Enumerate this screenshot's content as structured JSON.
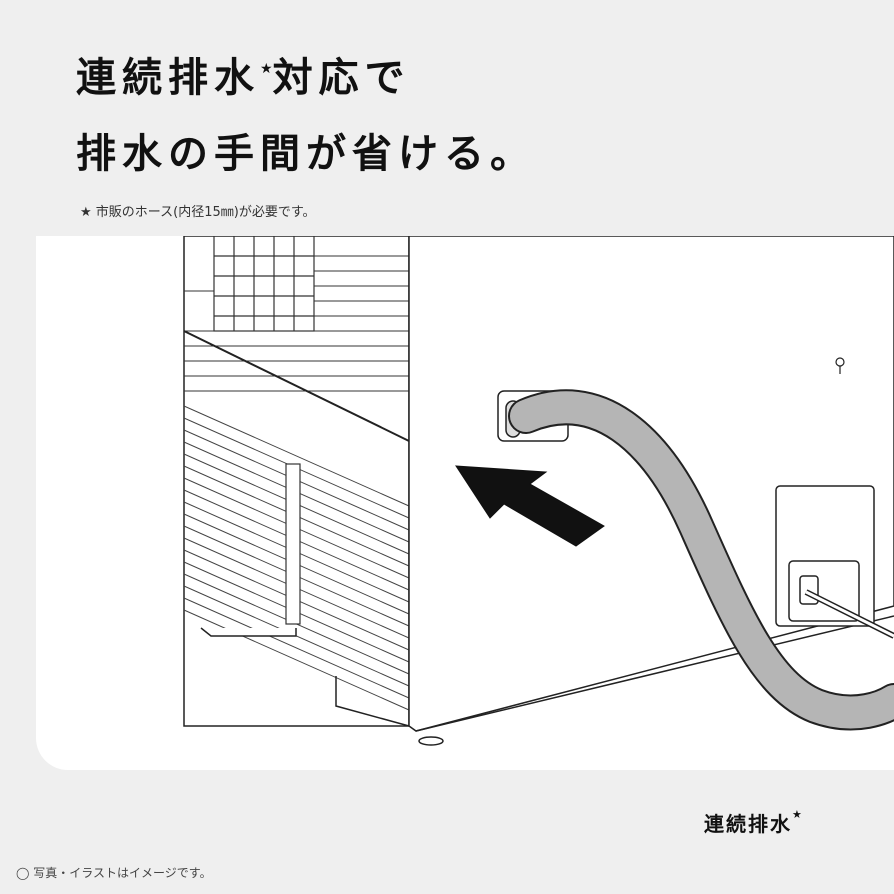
{
  "headline": {
    "line1_main": "連続排水",
    "line1_mark": "★",
    "line1_rest": "対応で",
    "line2": "排水の手間が省ける。"
  },
  "footnote": "★ 市販のホース(内径15㎜)が必要です。",
  "illustration": {
    "subject": "dehumidifier-continuous-drainage-hose",
    "arrow_direction": "pointing to drain outlet"
  },
  "caption": {
    "label": "連続排水",
    "mark": "★"
  },
  "disclaimer": "◯ 写真・イラストはイメージです。",
  "colors": {
    "background": "#efefef",
    "panel": "#ffffff",
    "hose": "#b5b5b5",
    "line_art": "#222222"
  }
}
